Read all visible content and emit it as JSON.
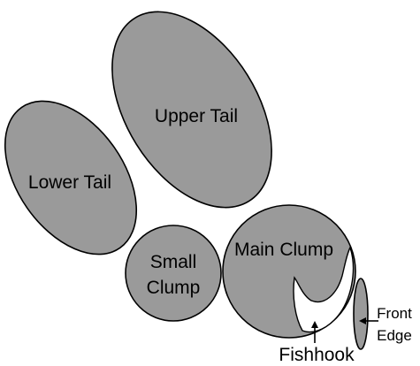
{
  "regions": {
    "upper_tail": "Upper Tail",
    "lower_tail": "Lower Tail",
    "small_clump_line1": "Small",
    "small_clump_line2": "Clump",
    "main_clump": "Main Clump",
    "front_edge_line1": "Front",
    "front_edge_line2": "Edge",
    "fishhook": "Fishhook"
  },
  "colors": {
    "region_fill": "#9a9a9a",
    "outline": "#000000",
    "background": "#ffffff"
  }
}
